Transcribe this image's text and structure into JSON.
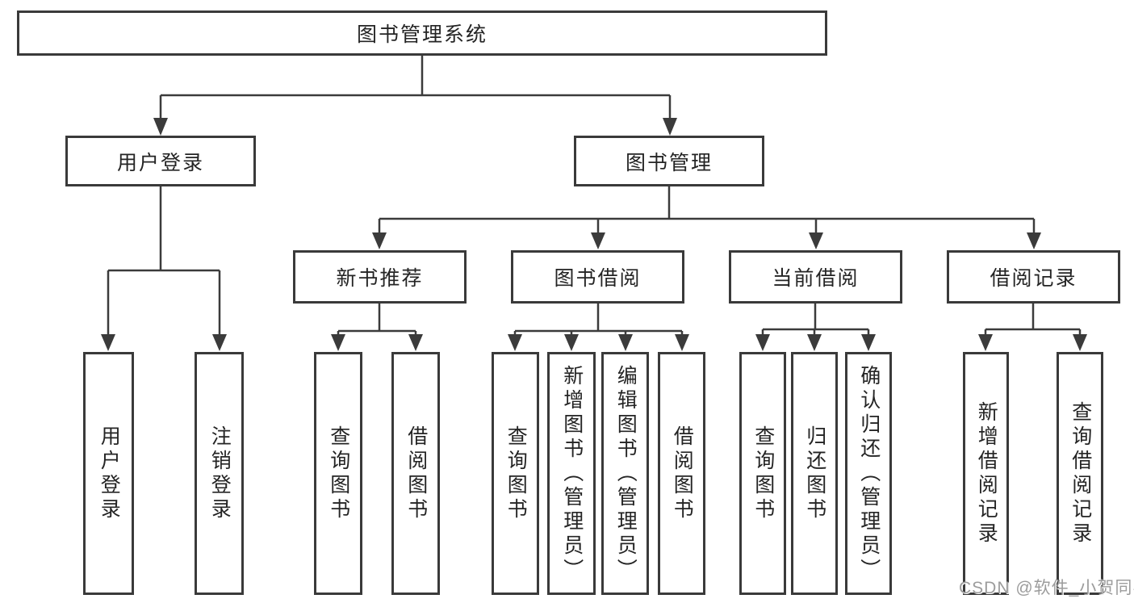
{
  "nodes": {
    "root": "图书管理系统",
    "user_login": "用户登录",
    "book_management": "图书管理",
    "new_book_recommend": "新书推荐",
    "book_borrow": "图书借阅",
    "current_borrow": "当前借阅",
    "borrow_history": "借阅记录",
    "leaf_user_login": "用户登录",
    "leaf_logout": "注销登录",
    "leaf_query_book_recommend": "查询图书",
    "leaf_borrow_book_recommend": "借阅图书",
    "leaf_query_book_borrow": "查询图书",
    "leaf_add_book_admin": "新增图书（管理员）",
    "leaf_edit_book_admin": "编辑图书（管理员）",
    "leaf_borrow_book_borrow": "借阅图书",
    "leaf_query_book_current": "查询图书",
    "leaf_return_book": "归还图书",
    "leaf_confirm_return_admin": "确认归还（管理员）",
    "leaf_add_borrow_record": "新增借阅记录",
    "leaf_query_borrow_record": "查询借阅记录"
  },
  "hierarchy": {
    "图书管理系统": {
      "用户登录": [
        "用户登录",
        "注销登录"
      ],
      "图书管理": {
        "新书推荐": [
          "查询图书",
          "借阅图书"
        ],
        "图书借阅": [
          "查询图书",
          "新增图书（管理员）",
          "编辑图书（管理员）",
          "借阅图书"
        ],
        "当前借阅": [
          "查询图书",
          "归还图书",
          "确认归还（管理员）"
        ],
        "借阅记录": [
          "新增借阅记录",
          "查询借阅记录"
        ]
      }
    }
  },
  "watermark": "CSDN @软件_小贺同学",
  "colors": {
    "border": "#3a3a3a",
    "connector": "#3b3b3b",
    "text": "#242424",
    "watermark": "#9c9c9c",
    "background": "#ffffff"
  }
}
